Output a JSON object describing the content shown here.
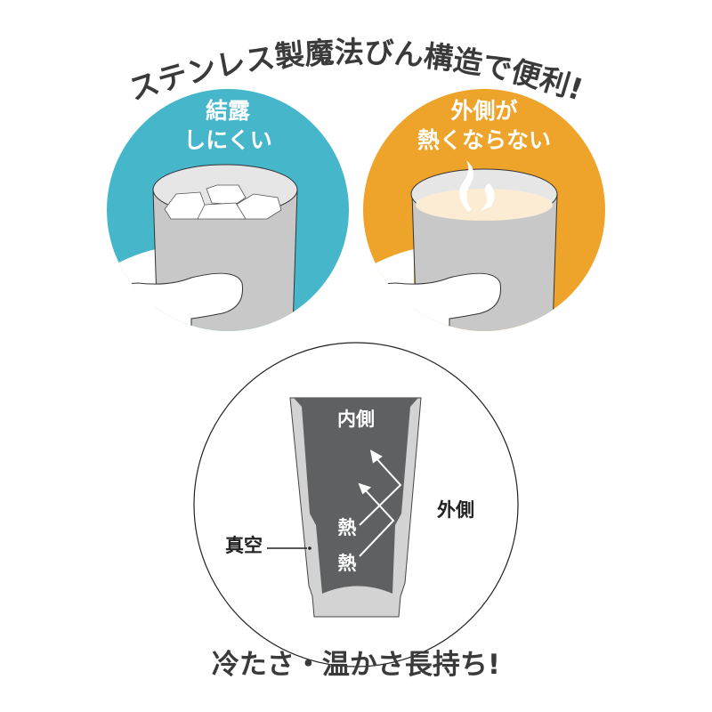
{
  "title": "ステンレス製魔法びん構造で便利!",
  "panels": [
    {
      "line1": "結露",
      "line2": "しにくい",
      "color": "#46b7cb"
    },
    {
      "line1": "外側が",
      "line2": "熱くならない",
      "color": "#eea32a"
    }
  ],
  "diagram": {
    "inner_label": "内側",
    "outer_label": "外側",
    "vacuum_label": "真空",
    "heat_label_1": "熱",
    "heat_label_2": "熱"
  },
  "bottom_caption": "冷たさ・温かさ長持ち!"
}
